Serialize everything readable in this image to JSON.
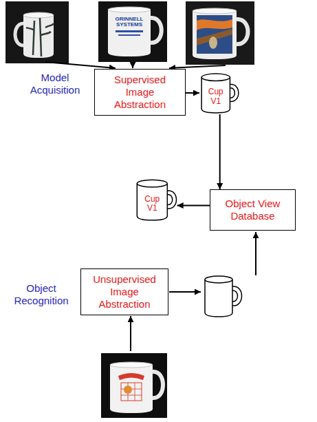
{
  "diagram": {
    "nodes": [
      {
        "text": [
          "Supervised Image Abstraction"
        ]
      },
      {
        "text": [
          "Cup V1"
        ]
      },
      {
        "text": [
          "Cup V1"
        ]
      },
      {
        "text": [
          "Object View Database"
        ]
      },
      {
        "text": [
          "Unsupervised Image Abstraction"
        ]
      }
    ],
    "edges": [
      {
        "from": 0,
        "to": 1,
        "arrow": "to"
      },
      {
        "from": 1,
        "to": 3,
        "arrow": "to"
      },
      {
        "from": 3,
        "to": 2,
        "arrow": "to"
      }
    ],
    "labels": [
      "Model Acquisition",
      "Object Recognition",
      "GRINNELL SYSTEMS"
    ]
  }
}
